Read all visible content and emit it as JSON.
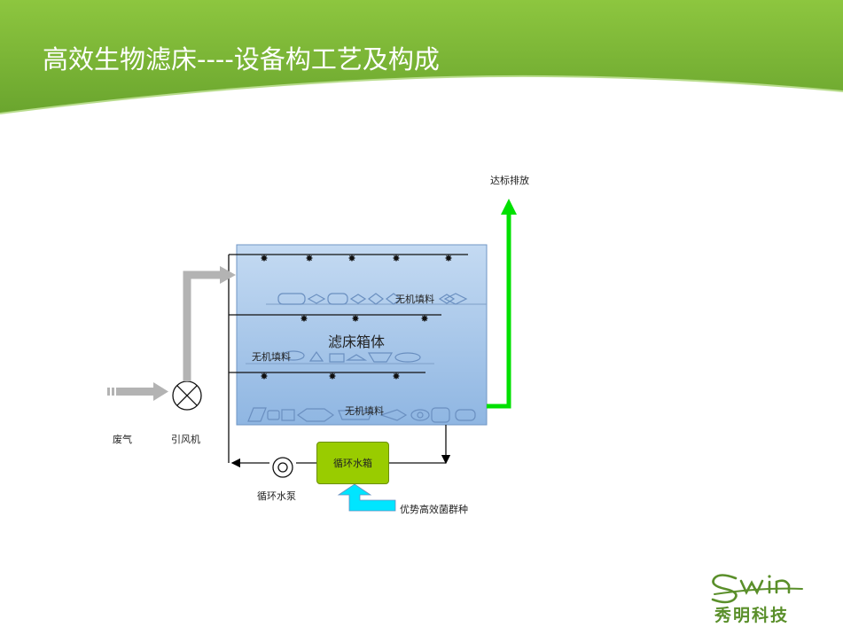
{
  "slide": {
    "title": "高效生物滤床----设备构工艺及构成"
  },
  "diagram": {
    "tank_title": "滤床箱体",
    "filler_label_1": "无机填料",
    "filler_label_2": "无机填料",
    "filler_label_3": "无机填料",
    "discharge_label": "达标排放",
    "waste_gas_label": "废气",
    "fan_label": "引风机",
    "pump_label": "循环水泵",
    "water_tank_label": "循环水箱",
    "bacteria_label": "优势高效菌群种"
  },
  "logo": {
    "wordmark": "Swin",
    "company": "秀明科技"
  },
  "colors": {
    "header_green": "#7cb342",
    "tank_blue": "#a8c8ec",
    "discharge_arrow": "#00e000",
    "bacteria_arrow": "#00e5ff",
    "water_tank": "#99cc00",
    "air_arrow": "#b0b0b0"
  }
}
